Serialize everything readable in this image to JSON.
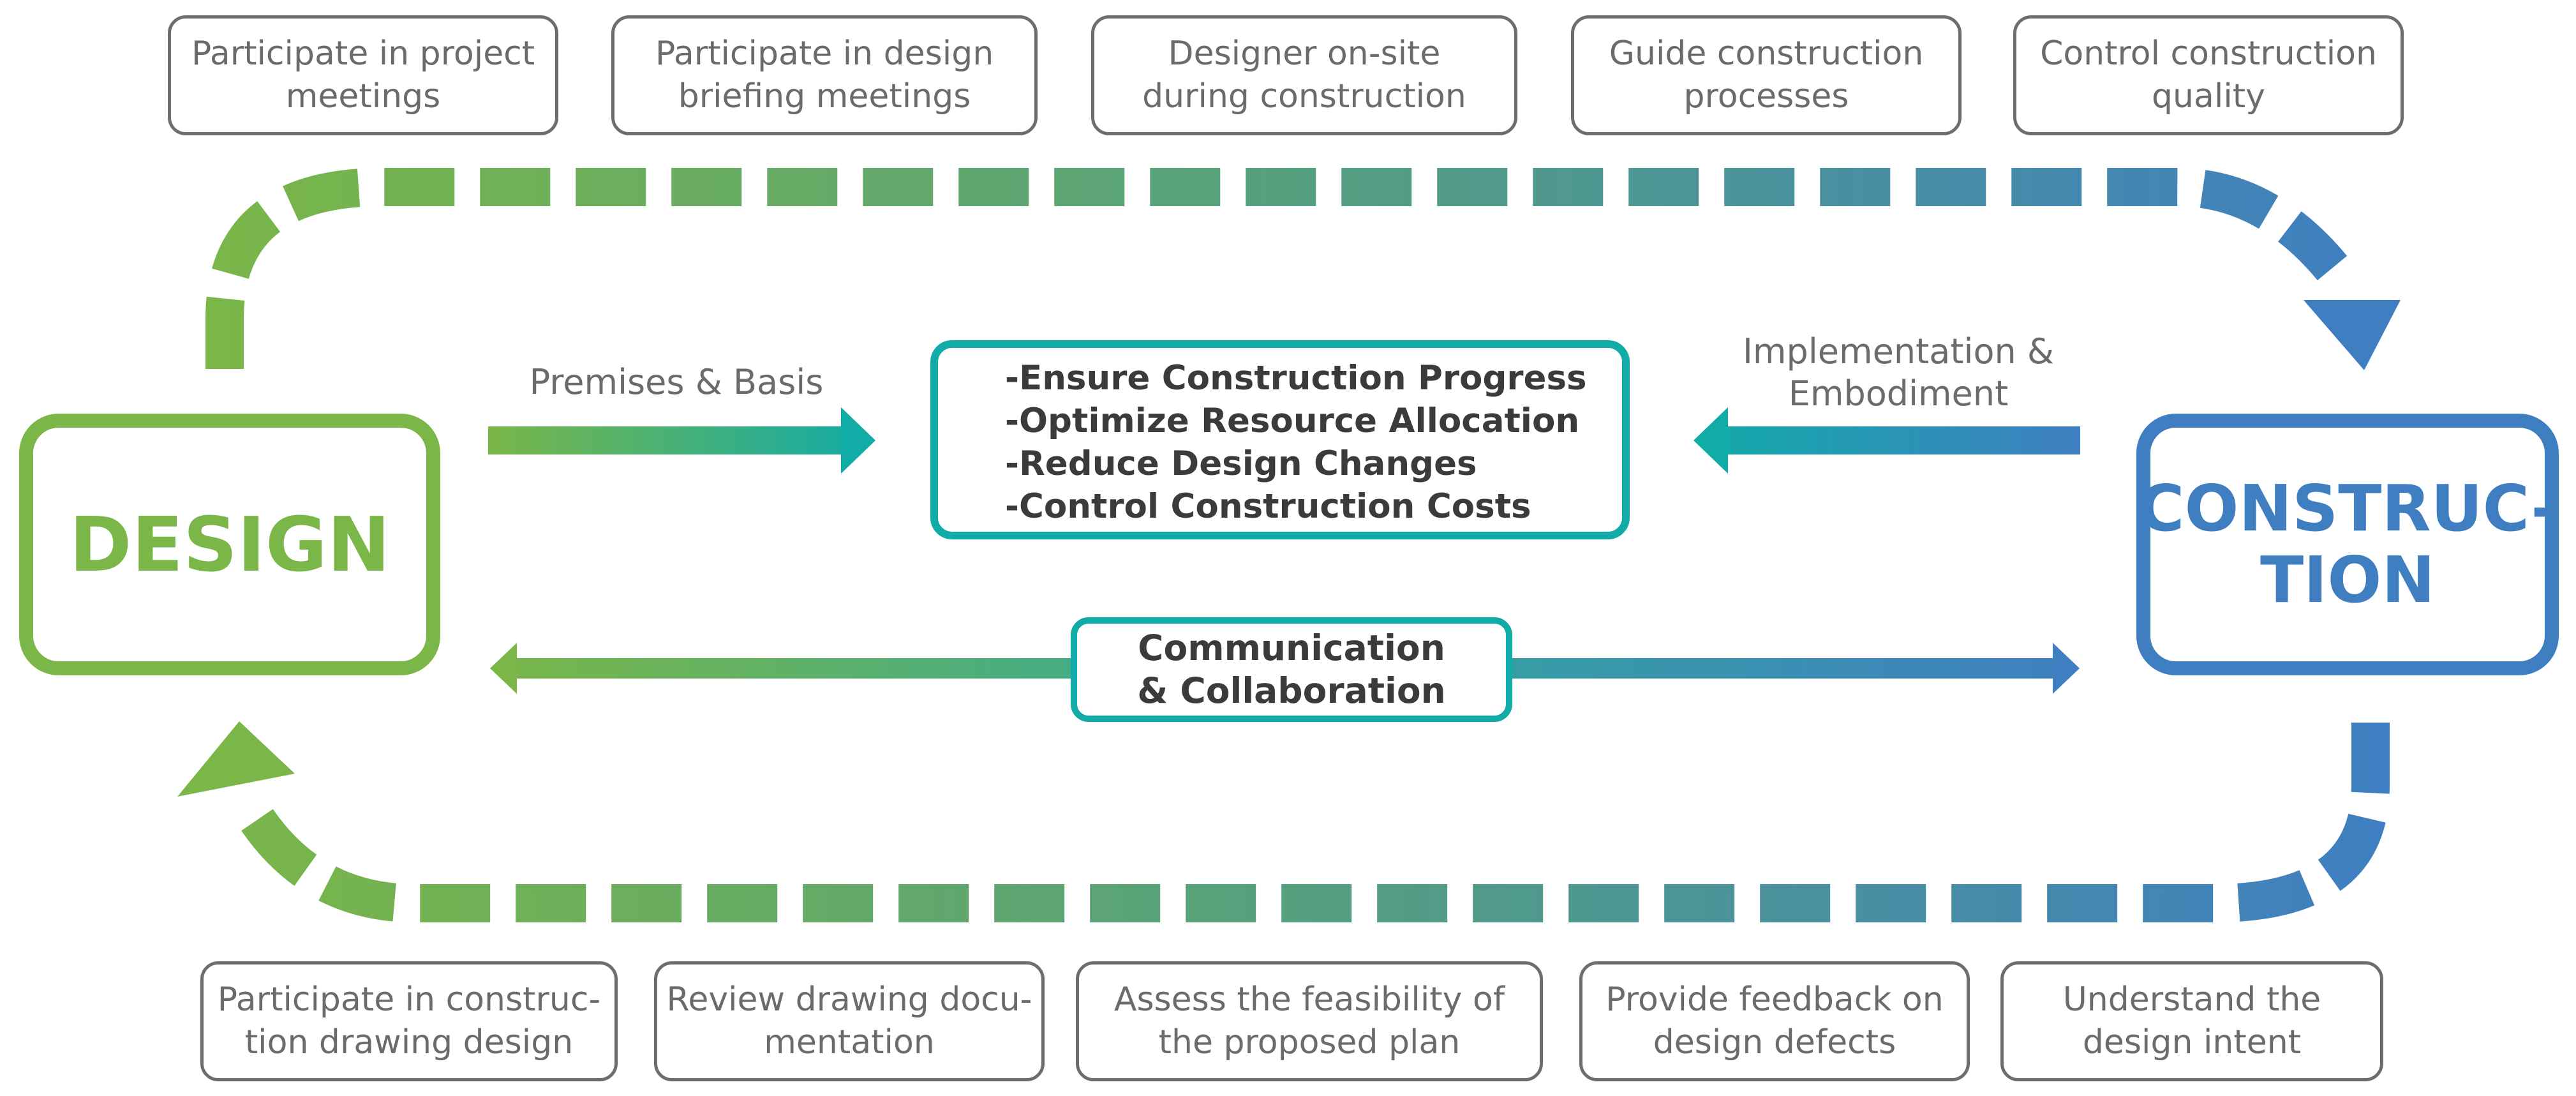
{
  "diagram": {
    "left_node": "DESIGN",
    "right_node": "CONSTRUC-\nTION",
    "colors": {
      "design_green": "#7ab648",
      "construction_blue": "#3f7fc1",
      "teal": "#11aba8",
      "task_border": "#6d6d6d",
      "task_text": "#6b6b6b",
      "dark_text": "#3b3b3b"
    },
    "top_tasks": [
      "Participate in project\nmeetings",
      "Participate in design\nbriefing meetings",
      "Designer on-site\nduring construction",
      "Guide construction\nprocesses",
      "Control construction\nquality"
    ],
    "bottom_tasks": [
      "Participate in construc-\ntion drawing design",
      "Review drawing docu-\nmentation",
      "Assess the feasibility of\nthe proposed plan",
      "Provide feedback on\ndesign defects",
      "Understand the\ndesign intent"
    ],
    "premises_label": "Premises & Basis",
    "implementation_label": "Implementation &\nEmbodiment",
    "goals": [
      "-Ensure Construction Progress",
      "-Optimize Resource Allocation",
      "-Reduce Design Changes",
      "-Control Construction Costs"
    ],
    "communication_label": "Communication\n& Collaboration"
  }
}
